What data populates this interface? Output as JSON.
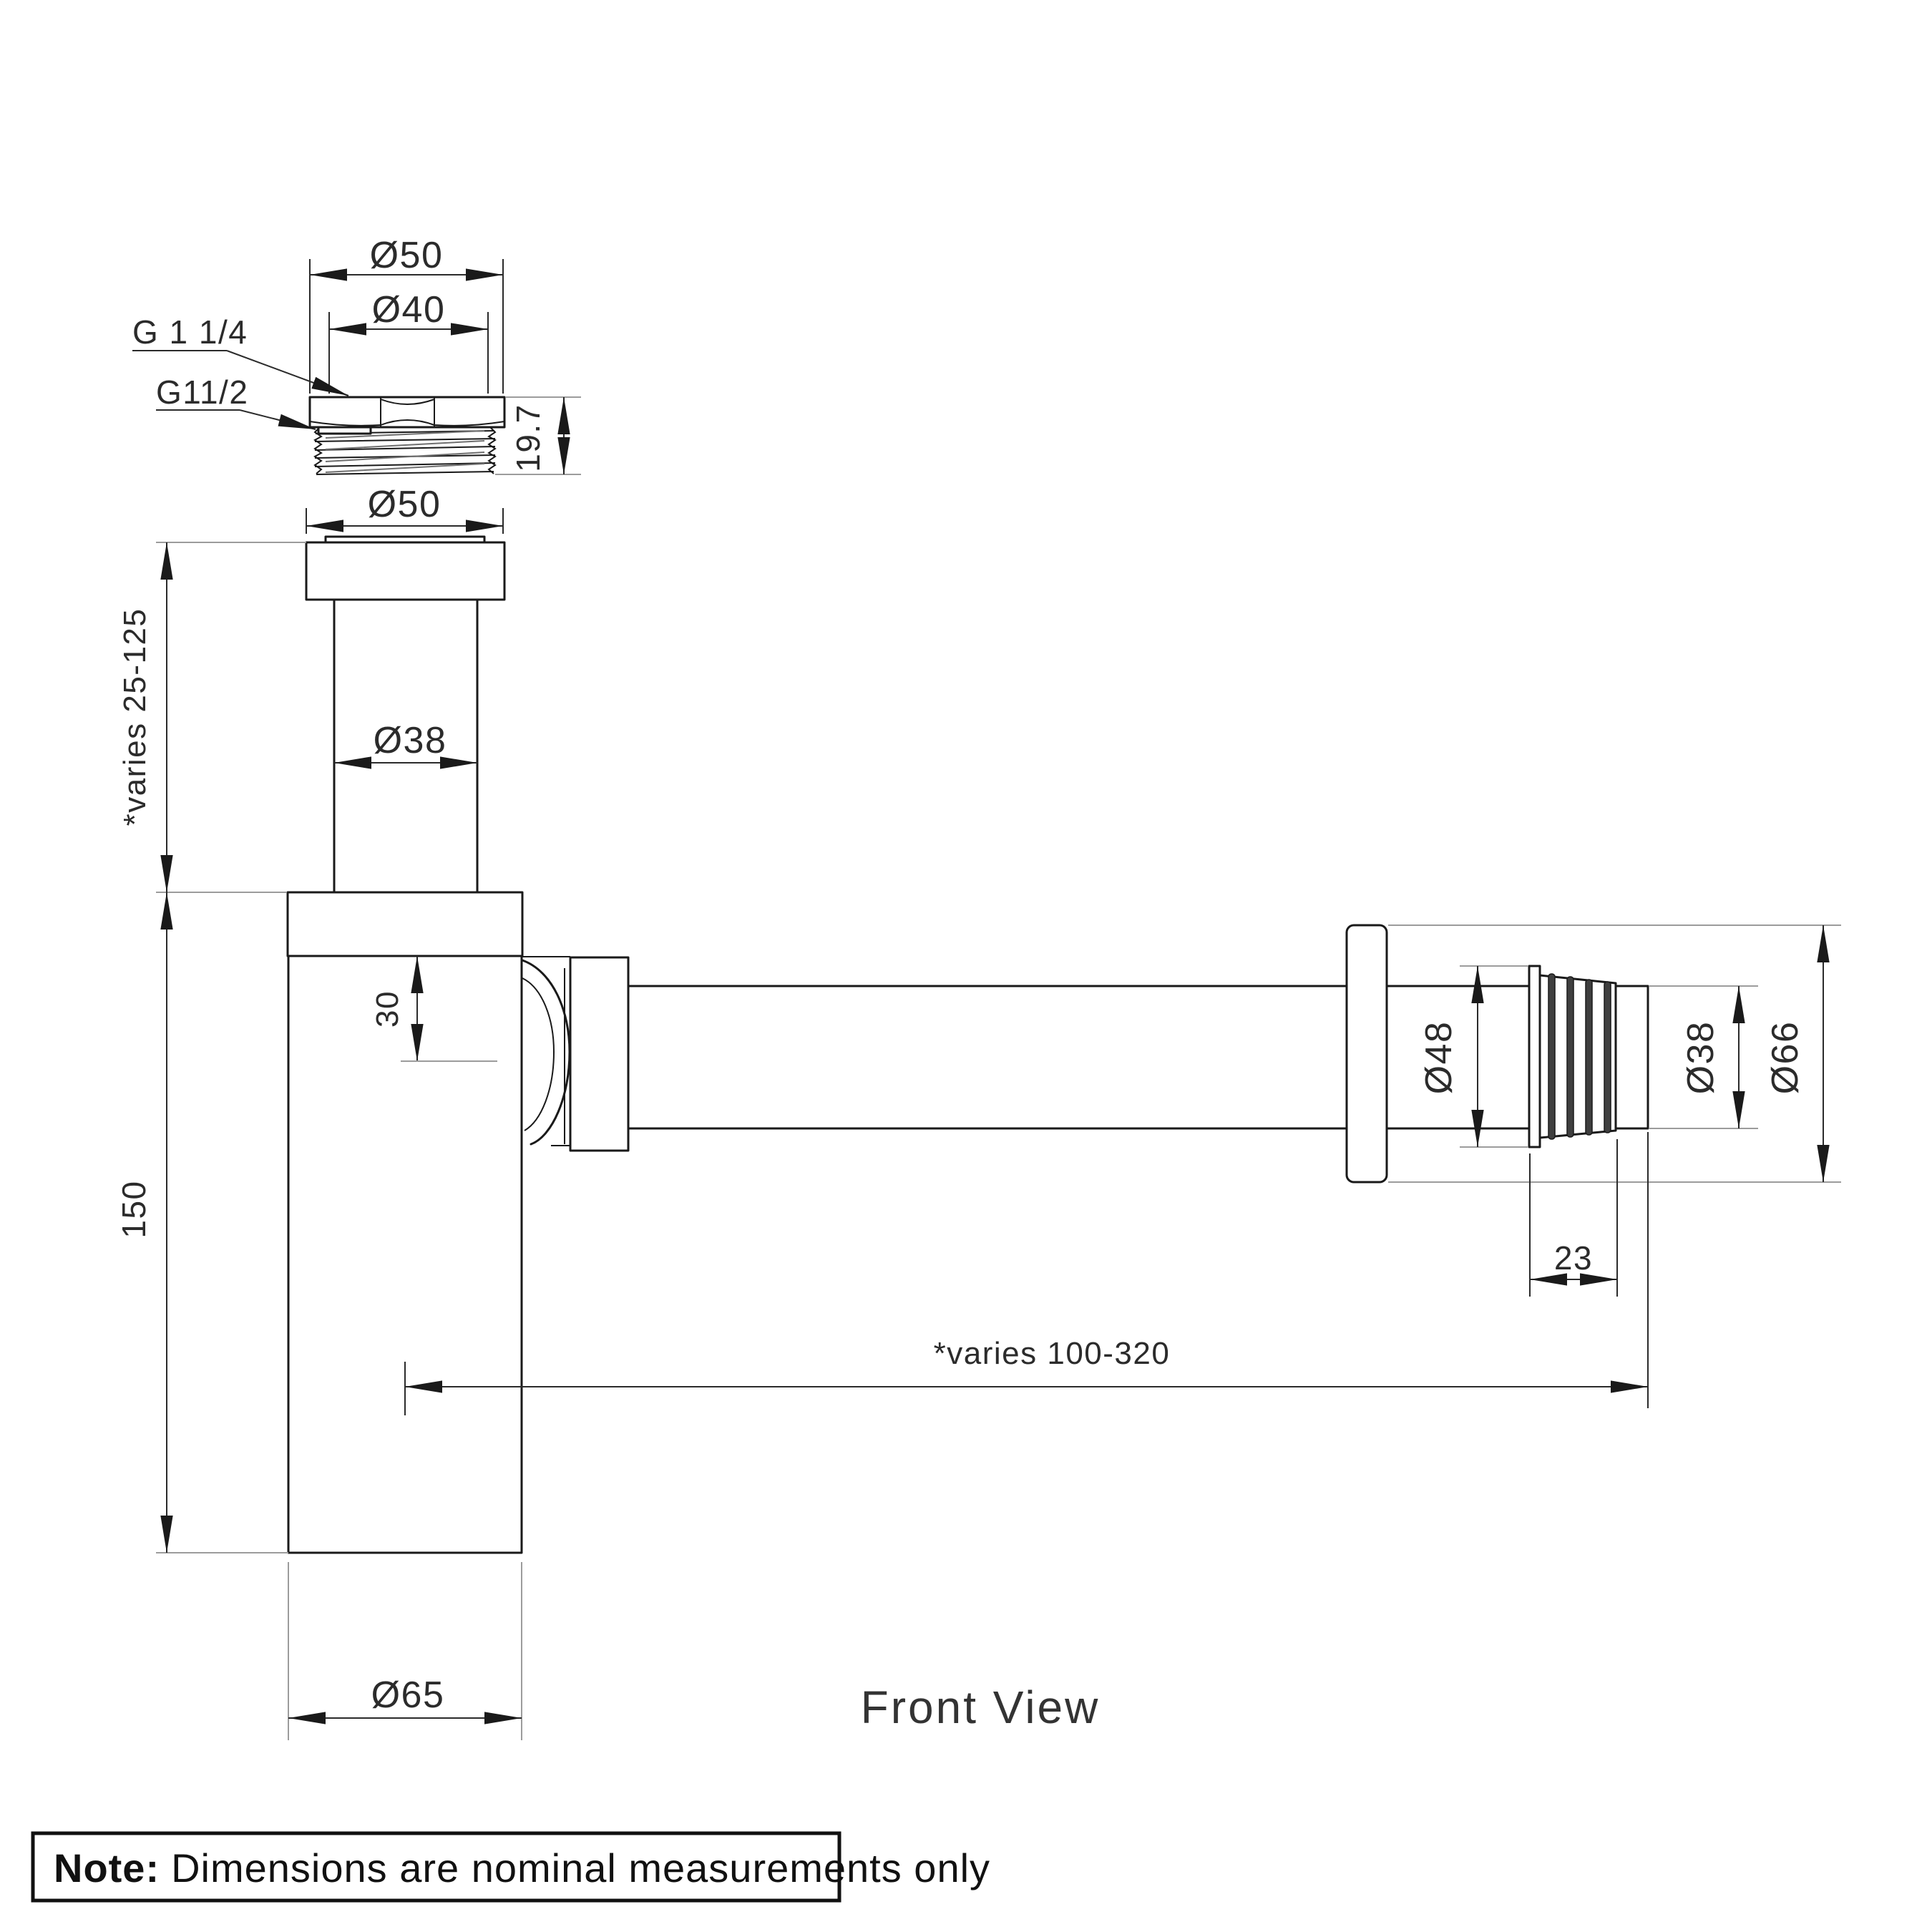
{
  "page": {
    "background": "#ffffff",
    "caption": "Front View"
  },
  "note": {
    "prefix": "Note:",
    "text": "Dimensions are nominal measurements only"
  },
  "colors": {
    "geometry": "#1a1a1a",
    "dimension": "#2b2b2b",
    "extension": "#9c9c9c",
    "shading": "#6f6f6f",
    "background": "#ffffff"
  },
  "dimensions": {
    "adapter": {
      "outer_diameter": "Ø50",
      "inner_diameter": "Ø40",
      "top_thread": "G 1 1/4",
      "side_thread": "G11/2",
      "height": "19.7"
    },
    "inlet": {
      "flange_diameter": "Ø50",
      "tube_diameter": "Ø38",
      "tube_height": "*varies 25-125"
    },
    "body": {
      "outlet_drop": "30",
      "height": "150",
      "diameter": "Ø65"
    },
    "outlet": {
      "length": "*varies 100-320"
    },
    "wall_fitting": {
      "washer_diameter": "Ø48",
      "spigot_diameter": "Ø38",
      "flange_diameter": "Ø66",
      "barb_length": "23"
    }
  }
}
